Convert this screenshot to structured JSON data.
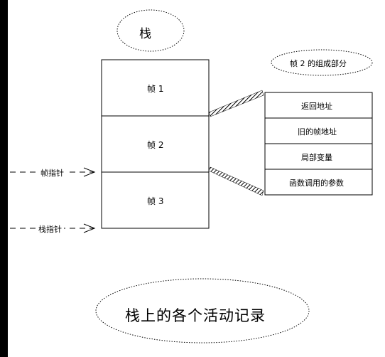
{
  "stack_title": "栈",
  "parts_title": "帧 2 的组成部分",
  "frames": [
    {
      "label": "帧 1"
    },
    {
      "label": "帧 2"
    },
    {
      "label": "帧 3"
    }
  ],
  "frame_parts": [
    {
      "label": "返回地址"
    },
    {
      "label": "旧的帧地址"
    },
    {
      "label": "局部变量"
    },
    {
      "label": "函数调用的参数"
    }
  ],
  "pointers": {
    "frame_pointer": "帧指针",
    "stack_pointer": "栈指针"
  },
  "caption": "栈上的各个活动记录",
  "colors": {
    "line": "#000000",
    "left_bar": "#000000"
  }
}
